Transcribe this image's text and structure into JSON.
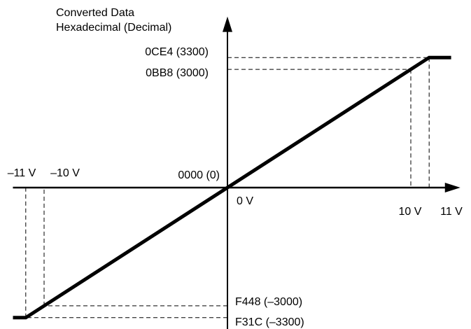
{
  "chart_data": {
    "type": "line",
    "title": "",
    "xlabel": "",
    "ylabel": "Converted Data Hexadecimal (Decimal)",
    "ylabel_lines": [
      "Converted Data",
      "Hexadecimal (Decimal)"
    ],
    "xlim": [
      -11.7,
      12.7
    ],
    "ylim": [
      -3730,
      4340
    ],
    "series": [
      {
        "x": [
          -11.7,
          -11,
          11,
          12.2
        ],
        "y": [
          -3300,
          -3300,
          3300,
          3300
        ],
        "color": "#000000"
      }
    ],
    "x_ticks": [
      {
        "value": -11,
        "label": "–11 V"
      },
      {
        "value": -10,
        "label": "–10 V"
      },
      {
        "value": 0,
        "label": "0 V"
      },
      {
        "value": 10,
        "label": "10 V"
      },
      {
        "value": 11,
        "label": "11 V"
      }
    ],
    "y_ticks": [
      {
        "value": 3300,
        "label": "0CE4 (3300)"
      },
      {
        "value": 3000,
        "label": "0BB8 (3000)"
      },
      {
        "value": 0,
        "label": "0000 (0)"
      },
      {
        "value": -3000,
        "label": "F448 (–3000)"
      },
      {
        "value": -3300,
        "label": "F31C (–3300)"
      }
    ],
    "guides": [
      {
        "x": 11,
        "y": 3300
      },
      {
        "x": 10,
        "y": 3000
      },
      {
        "x": -10,
        "y": -3000
      },
      {
        "x": -11,
        "y": -3300
      }
    ],
    "grid": false,
    "legend": "none"
  }
}
